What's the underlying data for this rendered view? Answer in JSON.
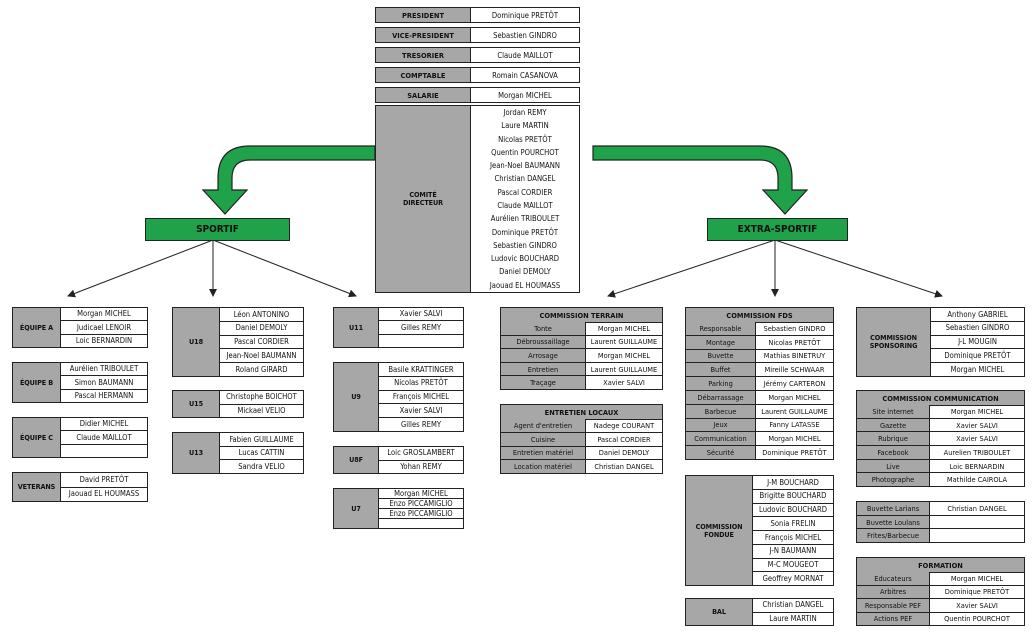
{
  "bureau": [
    {
      "role": "PRESIDENT",
      "name": "Dominique PRETÔT"
    },
    {
      "role": "VICE-PRESIDENT",
      "name": "Sebastien GINDRO"
    },
    {
      "role": "TRESORIER",
      "name": "Claude MAILLOT"
    },
    {
      "role": "COMPTABLE",
      "name": "Romain CASANOVA"
    },
    {
      "role": "SALARIE",
      "name": "Morgan MICHEL"
    }
  ],
  "comite": {
    "label_line1": "COMITÉ",
    "label_line2": "DIRECTEUR",
    "members": [
      "Jordan REMY",
      "Laure MARTIN",
      "Nicolas PRETÔT",
      "Quentin POURCHOT",
      "Jean-Noel BAUMANN",
      "Christian DANGEL",
      "Pascal CORDIER",
      "Claude MAILLOT",
      "Aurélien TRIBOULET",
      "Dominique PRETÔT",
      "Sebastien GINDRO",
      "Ludovic BOUCHARD",
      "Daniel DEMOLY",
      "Jaouad EL HOUMASS"
    ]
  },
  "branches": {
    "sportif": "SPORTIF",
    "extra": "EXTRA-SPORTIF"
  },
  "colors": {
    "accent_green": "#1fa24a",
    "label_grey": "#a7a7a7"
  },
  "equipes": [
    {
      "label": "ÉQUIPE A",
      "members": [
        "Morgan MICHEL",
        "Judicael LENOIR",
        "Loic BERNARDIN"
      ]
    },
    {
      "label": "ÉQUIPE B",
      "members": [
        "Aurélien TRIBOULET",
        "Simon BAUMANN",
        "Pascal HERMANN"
      ]
    },
    {
      "label": "ÉQUIPE C",
      "members": [
        "Didier MICHEL",
        "Claude MAILLOT",
        ""
      ]
    },
    {
      "label": "VETERANS",
      "members": [
        "David PRETÔT",
        "Jaouad EL HOUMASS"
      ]
    }
  ],
  "jeunes_mid": [
    {
      "label": "U18",
      "members": [
        "Léon ANTONINO",
        "Daniel DEMOLY",
        "Pascal CORDIER",
        "Jean-Noel BAUMANN",
        "Roland GIRARD"
      ]
    },
    {
      "label": "U15",
      "members": [
        "Christophe BOICHOT",
        "Mickael VELIO"
      ]
    },
    {
      "label": "U13",
      "members": [
        "Fabien GUILLAUME",
        "Lucas CATTIN",
        "Sandra VELIO"
      ]
    }
  ],
  "jeunes_right": [
    {
      "label": "U11",
      "members": [
        "Xavier SALVI",
        "Gilles REMY",
        ""
      ]
    },
    {
      "label": "U9",
      "members": [
        "Basile KRATTINGER",
        "Nicolas PRETÔT",
        "François MICHEL",
        "Xavier SALVI",
        "Gilles REMY"
      ]
    },
    {
      "label": "U8f",
      "members": [
        "Loic GROSLAMBERT",
        "Yohan REMY"
      ]
    },
    {
      "label": "U7",
      "members": [
        "Morgan MICHEL",
        "Enzo PICCAMIGLIO",
        "Enzo PICCAMIGLIO",
        ""
      ]
    }
  ],
  "commission_terrain": {
    "title": "COMMISSION TERRAIN",
    "rows": [
      [
        "Tonte",
        "Morgan MICHEL"
      ],
      [
        "Débroussaillage",
        "Laurent GUILLAUME"
      ],
      [
        "Arrosage",
        "Morgan MICHEL"
      ],
      [
        "Entretien",
        "Laurent GUILLAUME"
      ],
      [
        "Traçage",
        "Xavier SALVI"
      ]
    ]
  },
  "entretien_locaux": {
    "title": "ENTRETIEN LOCAUX",
    "rows": [
      [
        "Agent d'entretien",
        "Nadege COURANT"
      ],
      [
        "Cuisine",
        "Pascal CORDIER"
      ],
      [
        "Entretien matériel",
        "Daniel DEMOLY"
      ],
      [
        "Location matériel",
        "Christian DANGEL"
      ]
    ]
  },
  "commission_fds": {
    "title": "COMMISSION FDS",
    "rows": [
      [
        "Responsable",
        "Sebastien GINDRO"
      ],
      [
        "Montage",
        "Nicolas PRETÔT"
      ],
      [
        "Buvette",
        "Mathias BINETRUY"
      ],
      [
        "Buffet",
        "Mireille SCHWAAR"
      ],
      [
        "Parking",
        "Jérémy CARTERON"
      ],
      [
        "Débarrassage",
        "Morgan MICHEL"
      ],
      [
        "Barbecue",
        "Laurent GUILLAUME"
      ],
      [
        "Jeux",
        "Fanny LATASSE"
      ],
      [
        "Communication",
        "Morgan MICHEL"
      ],
      [
        "Sécurité",
        "Dominique PRETÔT"
      ]
    ]
  },
  "commission_fondue": {
    "label_line1": "COMMISSION",
    "label_line2": "FONDUE",
    "members": [
      "J-M BOUCHARD",
      "Brigitte BOUCHARD",
      "Ludovic BOUCHARD",
      "Sonia FRELIN",
      "François MICHEL",
      "J-N BAUMANN",
      "M-C MOUGEOT",
      "Geoffrey MORNAT"
    ]
  },
  "bal": {
    "label": "BAL",
    "members": [
      "Christian DANGEL",
      "Laure MARTIN"
    ]
  },
  "commission_sponsoring": {
    "label_line1": "COMMISSION",
    "label_line2": "SPONSORING",
    "members": [
      "Anthony GABRIEL",
      "Sebastien GINDRO",
      "J-L MOUGIN",
      "Dominique PRETÔT",
      "Morgan MICHEL"
    ]
  },
  "commission_communication": {
    "title": "COMMISSION COMMUNICATION",
    "rows": [
      [
        "Site internet",
        "Morgan MICHEL"
      ],
      [
        "Gazette",
        "Xavier SALVI"
      ],
      [
        "Rubrique",
        "Xavier SALVI"
      ],
      [
        "Facebook",
        "Aurelien TRIBOULET"
      ],
      [
        "Live",
        "Loic BERNARDIN"
      ],
      [
        "Photographe",
        "Mathilde CAIROLA"
      ]
    ]
  },
  "buvettes": {
    "rows": [
      [
        "Buvette Larians",
        "Christian DANGEL"
      ],
      [
        "Buvette Loulans",
        ""
      ],
      [
        "Frites/Barbecue",
        ""
      ]
    ]
  },
  "formation": {
    "title": "FORMATION",
    "rows": [
      [
        "Educateurs",
        "Morgan MICHEL"
      ],
      [
        "Arbitres",
        "Dominique PRETÔT"
      ],
      [
        "Responsable PEF",
        "Xavier SALVI"
      ],
      [
        "Actions PEF",
        "Quentin POURCHOT"
      ]
    ]
  }
}
